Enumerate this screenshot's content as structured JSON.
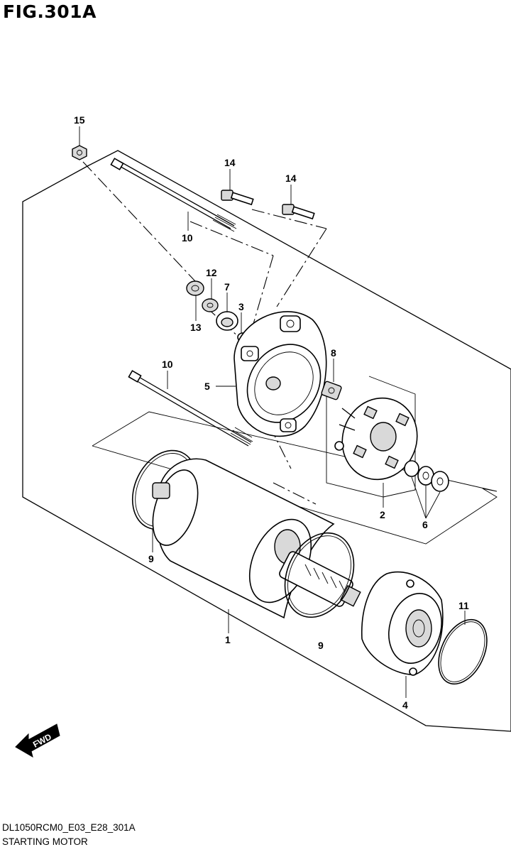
{
  "figure": {
    "title": "FIG.301A",
    "code": "DL1050RCM0_E03_E28_301A",
    "caption": "STARTING MOTOR",
    "fwd_label": "FWD"
  },
  "callouts": [
    {
      "id": "c15",
      "label": "15"
    },
    {
      "id": "c14a",
      "label": "14"
    },
    {
      "id": "c14b",
      "label": "14"
    },
    {
      "id": "c10a",
      "label": "10"
    },
    {
      "id": "c12",
      "label": "12"
    },
    {
      "id": "c7",
      "label": "7"
    },
    {
      "id": "c3",
      "label": "3"
    },
    {
      "id": "c13",
      "label": "13"
    },
    {
      "id": "c8",
      "label": "8"
    },
    {
      "id": "c10b",
      "label": "10"
    },
    {
      "id": "c5",
      "label": "5"
    },
    {
      "id": "c2",
      "label": "2"
    },
    {
      "id": "c6",
      "label": "6"
    },
    {
      "id": "c9a",
      "label": "9"
    },
    {
      "id": "c11",
      "label": "11"
    },
    {
      "id": "c1",
      "label": "1"
    },
    {
      "id": "c9b",
      "label": "9"
    },
    {
      "id": "c4",
      "label": "4"
    }
  ]
}
